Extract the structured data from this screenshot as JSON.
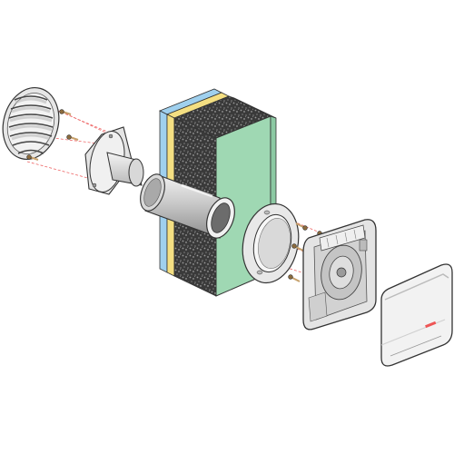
{
  "diagram": {
    "kind": "exploded-assembly",
    "parts": [
      {
        "id": "outer-louvre-grille",
        "count": 1
      },
      {
        "id": "grille-screw",
        "count": 3
      },
      {
        "id": "wall-flange-spigot",
        "count": 1
      },
      {
        "id": "duct-sleeve",
        "count": 1
      },
      {
        "id": "wall-section",
        "count": 1
      },
      {
        "id": "inner-mounting-ring",
        "count": 1
      },
      {
        "id": "fan-screw",
        "count": 3
      },
      {
        "id": "fan-housing",
        "count": 1
      },
      {
        "id": "front-cover",
        "count": 1
      }
    ],
    "wall_layers": [
      "green-board",
      "insulation",
      "yellow-layer",
      "blue-membrane"
    ],
    "colors": {
      "outline": "#333333",
      "part_grey": "#dcdcdc",
      "part_light": "#f0f0f0",
      "wall_green": "#9fd8b3",
      "wall_green_dark": "#8cc9a3",
      "wall_yellow": "#f4df82",
      "wall_blue": "#9fd0ee",
      "insulation": "#3a3a3a",
      "guide_line": "#ee6666",
      "screw": "#c6a06b",
      "badge": "#ee5555"
    }
  }
}
